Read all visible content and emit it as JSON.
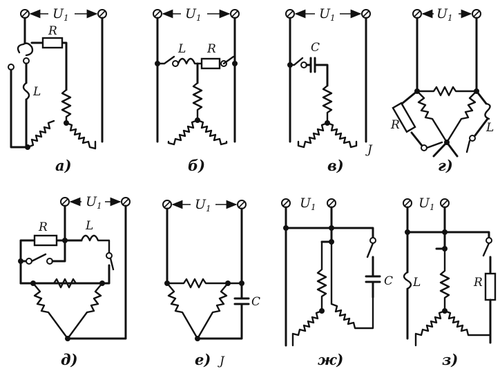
{
  "colors": {
    "ink": "#111111",
    "background": "#ffffff"
  },
  "diagrams": [
    {
      "id": "a",
      "caption": "а)",
      "voltage": "U",
      "voltage_sub": "1",
      "labels": {
        "R": "R",
        "L": "L"
      }
    },
    {
      "id": "b",
      "caption": "б)",
      "voltage": "U",
      "voltage_sub": "1",
      "labels": {
        "R": "R",
        "L": "L"
      }
    },
    {
      "id": "v",
      "caption": "в)",
      "voltage": "U",
      "voltage_sub": "1",
      "labels": {
        "C": "C"
      }
    },
    {
      "id": "g",
      "caption": "г)",
      "voltage": "U",
      "voltage_sub": "1",
      "labels": {
        "R": "R",
        "L": "L"
      }
    },
    {
      "id": "d",
      "caption": "д)",
      "voltage": "U",
      "voltage_sub": "1",
      "labels": {
        "R": "R",
        "L": "L"
      }
    },
    {
      "id": "e",
      "caption": "е)",
      "voltage": "U",
      "voltage_sub": "1",
      "labels": {
        "C": "C"
      }
    },
    {
      "id": "zh",
      "caption": "ж)",
      "voltage": "U",
      "voltage_sub": "1",
      "labels": {
        "C": "C"
      }
    },
    {
      "id": "z",
      "caption": "з)",
      "voltage": "U",
      "voltage_sub": "1",
      "labels": {
        "R": "R",
        "L": "L"
      }
    }
  ],
  "marks": {
    "hook_left": "J",
    "hook_right": "J"
  }
}
